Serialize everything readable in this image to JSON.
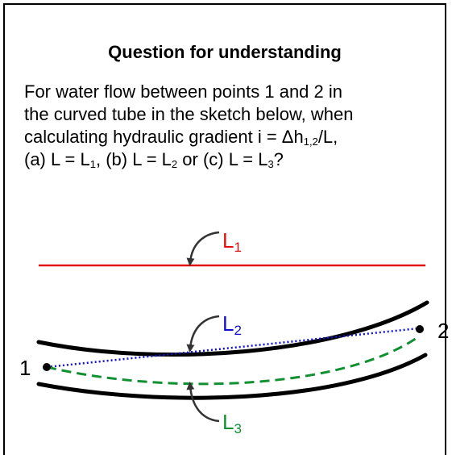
{
  "title": "Question for understanding",
  "question": {
    "line1": "For water flow between points 1 and 2 in",
    "line2": "the curved tube in the sketch below, when",
    "line3_text": "calculating hydraulic gradient i = Δh",
    "line3_sub": "1,2",
    "line3_end": "/L,",
    "opt_a": "(a) L = L",
    "opt_a_sub": "1",
    "opt_b": ", (b) L = L",
    "opt_b_sub": "2",
    "opt_c": " or (c) L = L",
    "opt_c_sub": "3",
    "opt_end": "?"
  },
  "diagram": {
    "L1": {
      "letter": "L",
      "sub": "1",
      "color": "#e01010"
    },
    "L2": {
      "letter": "L",
      "sub": "2",
      "color": "#1010d0"
    },
    "L3": {
      "letter": "L",
      "sub": "3",
      "color": "#109030"
    },
    "point1": "1",
    "point2": "2",
    "tube_color": "#000000"
  }
}
